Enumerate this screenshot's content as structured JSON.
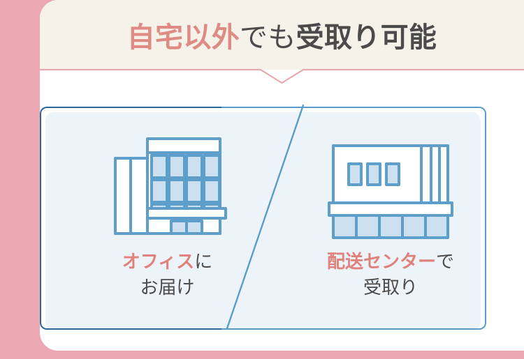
{
  "header": {
    "title_accent": "自宅以外",
    "title_rest": "でも",
    "title_bold": "受取り可能",
    "accent_color": "#e08a84",
    "text_color": "#4b4b4b",
    "band_color": "#f5f2ea",
    "divider_color": "#e8a8ae"
  },
  "frame": {
    "outer_color": "#eba7b2",
    "panel_color": "#ffffff"
  },
  "cards": {
    "fill_color": "#edf4f9",
    "left_border_color": "#2e6598",
    "right_border_color": "#5a9cc8",
    "divider_color": "#5a9cc8",
    "items": [
      {
        "icon": "office-building-icon",
        "caption_accent": "オフィス",
        "caption_tail": "に",
        "caption_line2": "お届け"
      },
      {
        "icon": "distribution-center-icon",
        "caption_accent": "配送センター",
        "caption_tail": "で",
        "caption_line2": "受取り"
      }
    ]
  },
  "icon_colors": {
    "stroke": "#5d9ecb",
    "glass": "#cde0ef",
    "white": "#ffffff"
  }
}
